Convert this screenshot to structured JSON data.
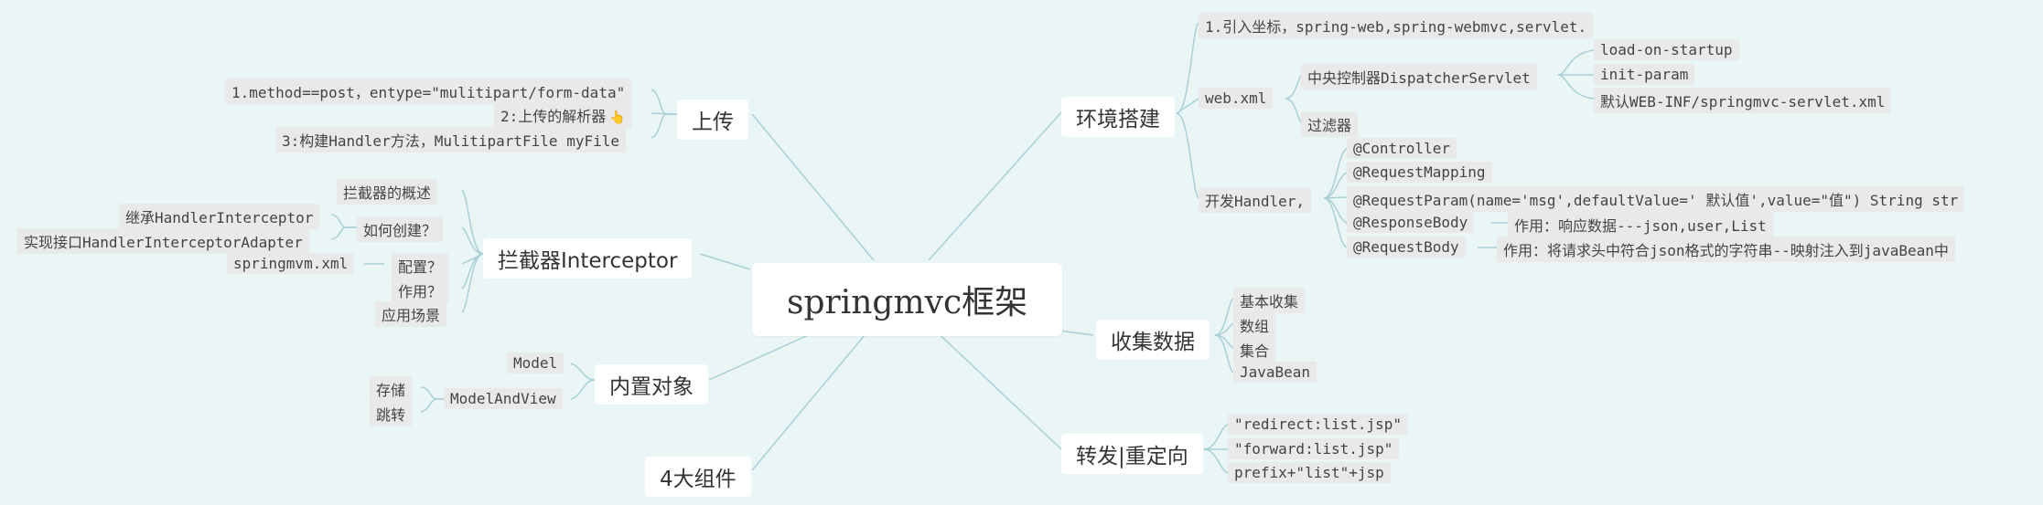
{
  "root": "springmvc框架",
  "upload": {
    "title": "上传",
    "items": [
      "1.method==post，entype=\"mulitipart/form-data\"",
      "2:上传的解析器",
      "3:构建Handler方法，MulitipartFile myFile"
    ],
    "hand_glyph": "👆"
  },
  "interceptor": {
    "title": "拦截器Interceptor",
    "overview": "拦截器的概述",
    "how_create": "如何创建？",
    "inherit": "继承HandlerInterceptor",
    "implement": "实现接口HandlerInterceptorAdapter",
    "config": "配置？",
    "config_file": "springmvm.xml",
    "purpose": "作用？",
    "scenario": "应用场景"
  },
  "builtin": {
    "title": "内置对象",
    "model": "Model",
    "mav": "ModelAndView",
    "store": "存储",
    "jump": "跳转"
  },
  "components": {
    "title": "4大组件"
  },
  "env": {
    "title": "环境搭建",
    "import": "1.引入坐标，spring-web,spring-webmvc,servlet.",
    "webxml": "web.xml",
    "dispatcher": "中央控制器DispatcherServlet",
    "load": "load-on-startup",
    "init": "init-param",
    "default": "默认WEB-INF/springmvc-servlet.xml",
    "filter": "过滤器",
    "handler": "开发Handler,",
    "controller": "@Controller",
    "mapping": "@RequestMapping",
    "param": "@RequestParam(name='msg',defaultValue=' 默认值',value=\"值\") String str",
    "respbody": "@ResponseBody",
    "respbody_note": "作用：响应数据---json,user,List",
    "reqbody": "@RequestBody",
    "reqbody_note": "作用：将请求头中符合json格式的字符串--映射注入到javaBean中"
  },
  "collect": {
    "title": "收集数据",
    "items": [
      "基本收集",
      "数组",
      "集合",
      "JavaBean"
    ]
  },
  "redirect": {
    "title": "转发|重定向",
    "items": [
      "\"redirect:list.jsp\"",
      "\"forward:list.jsp\"",
      "prefix+\"list\"+jsp"
    ]
  },
  "colors": {
    "background": "#eaf6f6",
    "line": "#a9cfd6",
    "node": "#ffffff",
    "subnode": "#e9e9e9"
  }
}
